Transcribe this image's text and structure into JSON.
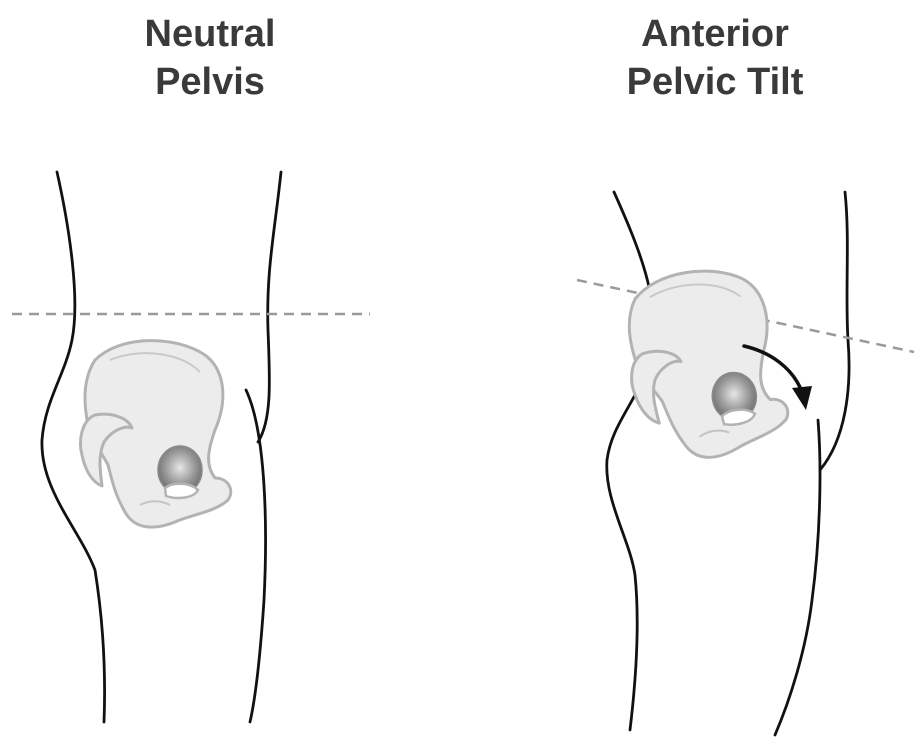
{
  "panels": [
    {
      "title": "Neutral\nPelvis"
    },
    {
      "title": "Anterior\nPelvic Tilt"
    }
  ],
  "colors": {
    "outline": "#111111",
    "bone_fill": "#ececec",
    "bone_stroke": "#b3b3b3",
    "reference_line": "#9a9a9a",
    "text": "#3a3a3a"
  },
  "icons": {
    "rotation_arrow": "curved-arrow-clockwise"
  }
}
